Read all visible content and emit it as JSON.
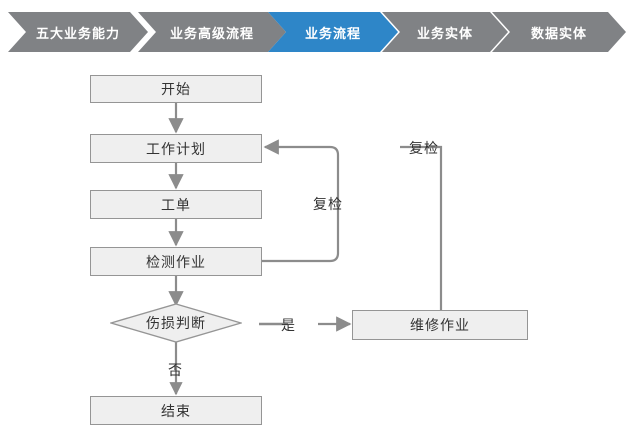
{
  "breadcrumb": {
    "items": [
      {
        "label": "五大业务能力",
        "active": false
      },
      {
        "label": "业务高级流程",
        "active": false
      },
      {
        "label": "业务流程",
        "active": true
      },
      {
        "label": "业务实体",
        "active": false
      },
      {
        "label": "数据实体",
        "active": false
      }
    ],
    "active_color": "#2E86C8",
    "inactive_color": "#808285",
    "text_color": "#ffffff"
  },
  "flowchart": {
    "nodes": {
      "start": "开始",
      "work_plan": "工作计划",
      "work_order": "工单",
      "inspection_task": "检测作业",
      "damage_decision": "伤损判断",
      "repair_task": "维修作业",
      "end": "结束"
    },
    "edge_labels": {
      "recheck_inner": "复检",
      "recheck_outer": "复检",
      "yes": "是",
      "no": "否"
    },
    "colors": {
      "node_fill": "#EFEFEF",
      "node_border": "#959595",
      "connector": "#8C8C8C",
      "text": "#333333"
    }
  }
}
